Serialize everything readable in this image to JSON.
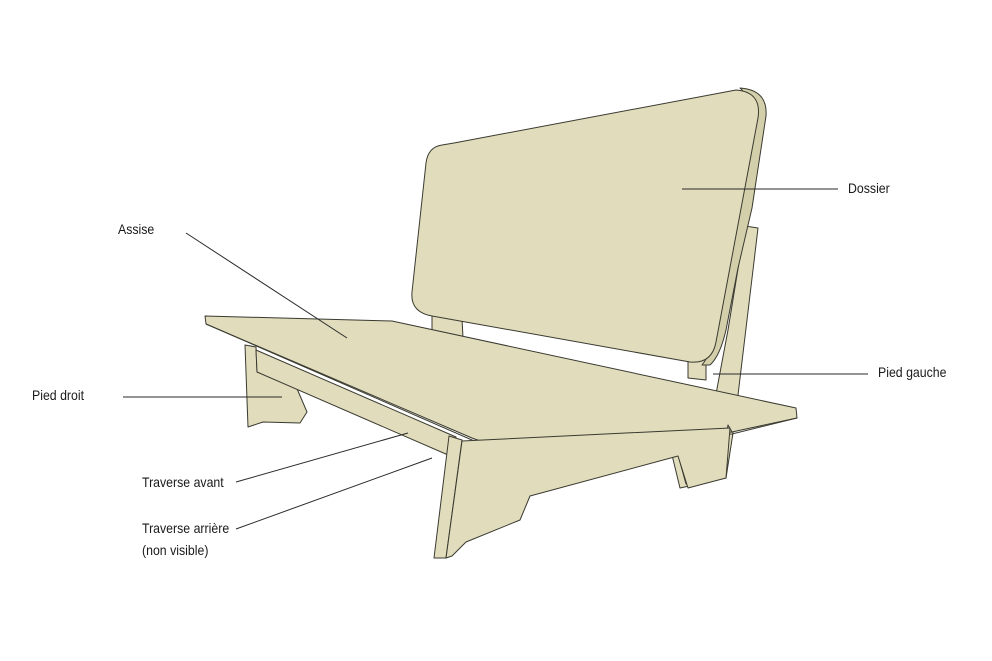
{
  "labels": {
    "dossier": "Dossier",
    "assise": "Assise",
    "pied_droit": "Pied droit",
    "pied_gauche": "Pied gauche",
    "traverse_avant": "Traverse avant",
    "traverse_arriere": "Traverse arrière",
    "traverse_arriere_note": "(non visible)"
  },
  "colors": {
    "wood_fill": "#e0dcbc",
    "wood_edge": "#d4cfab",
    "outline": "#3a3a30",
    "leader_line": "#2a2a2a",
    "background": "#ffffff"
  }
}
